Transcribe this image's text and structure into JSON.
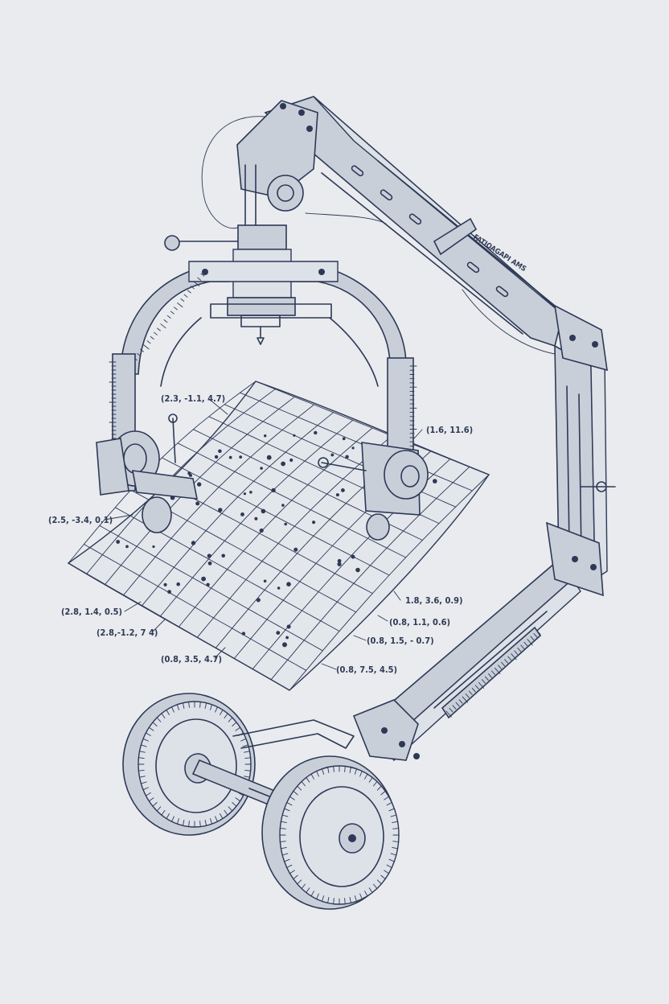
{
  "arm_plate_text": "FATIOAGAPI AMS",
  "colors": {
    "ink": "#2d3956",
    "paper": "#e9ebee",
    "shade": "#c9cfd9"
  },
  "callouts": [
    {
      "id": "c1",
      "text": "(2.3, -1.1, 4.7)"
    },
    {
      "id": "c2",
      "text": "(1.6, 11.6)"
    },
    {
      "id": "c3",
      "text": "(2.5, -3.4, 0.1)"
    },
    {
      "id": "c4",
      "text": "(2.8, 1.4, 0.5)"
    },
    {
      "id": "c5",
      "text": "1.8, 3.6, 0.9)"
    },
    {
      "id": "c6",
      "text": "(2.8,-1.2, 7 4)"
    },
    {
      "id": "c7",
      "text": "(0.8, 1.1, 0.6)"
    },
    {
      "id": "c8",
      "text": "(0.8, 1.5, - 0.7)"
    },
    {
      "id": "c9",
      "text": "(0.8, 3.5, 4.7)"
    },
    {
      "id": "c10",
      "text": "(0.8, 7.5, 4.5)"
    }
  ]
}
